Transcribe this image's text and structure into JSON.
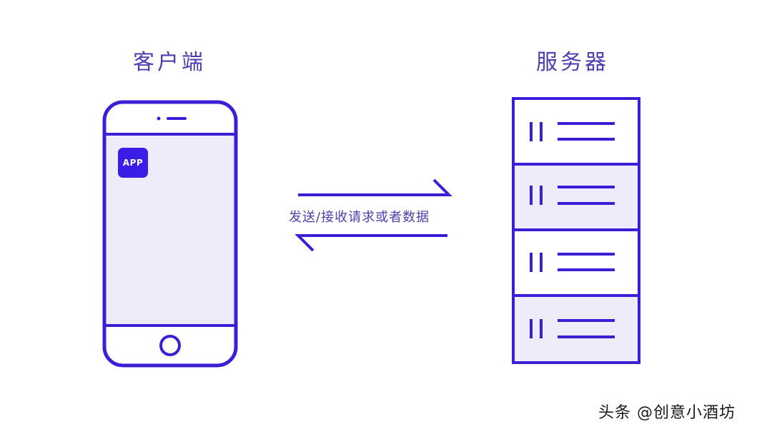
{
  "client": {
    "title": "客户端",
    "app_label": "APP"
  },
  "server": {
    "title": "服务器",
    "rack_units": 4
  },
  "arrows": {
    "label": "发送/接收请求或者数据"
  },
  "watermark": {
    "text": "头条 @创意小酒坊"
  },
  "colors": {
    "accent": "#3b1fd6",
    "fill_light": "#eeebfb",
    "app_icon": "#3a1ee8",
    "label_text": "#4a3fb0"
  }
}
